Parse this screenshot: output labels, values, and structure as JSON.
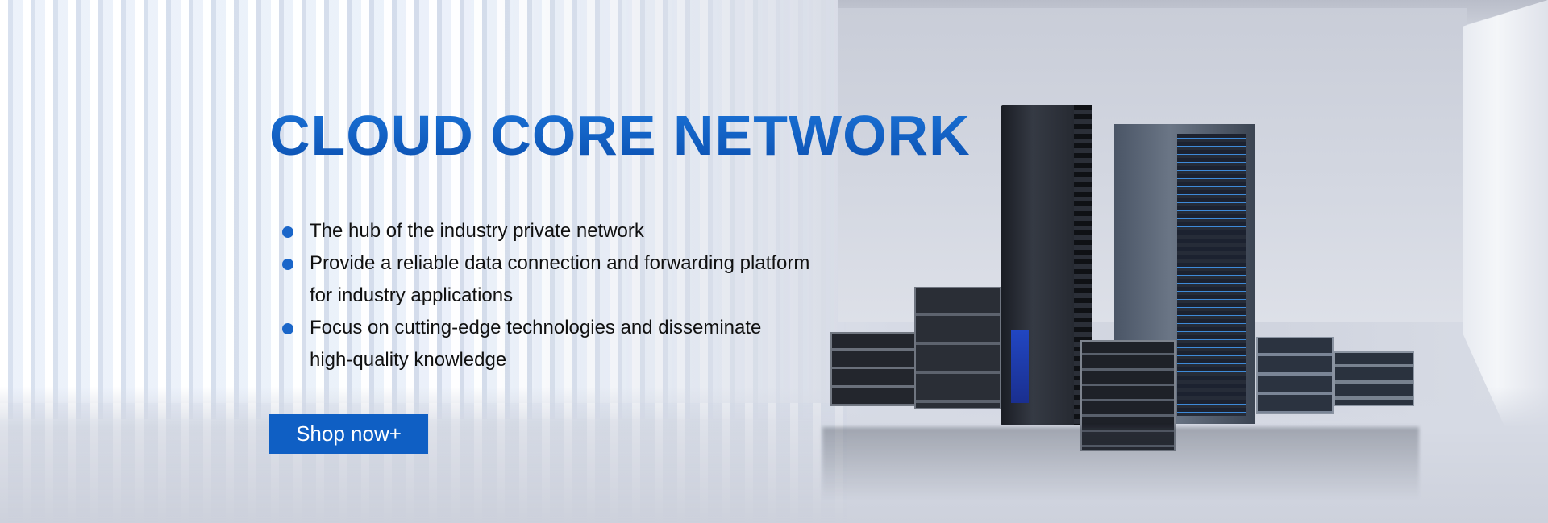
{
  "hero": {
    "title": "CLOUD CORE NETWORK",
    "features": [
      {
        "line1": "The hub of the industry private network",
        "line2": ""
      },
      {
        "line1": "Provide a reliable data connection and forwarding platform",
        "line2": "for industry applications"
      },
      {
        "line1": "Focus on cutting-edge technologies and disseminate",
        "line2": "high-quality knowledge"
      }
    ],
    "cta_label": "Shop now+"
  },
  "colors": {
    "accent": "#0f5fc4",
    "title_blue": "#1565c8",
    "text": "#111111"
  },
  "icons": {
    "bullet": "dot-icon",
    "illustration": "server-rack-illustration"
  }
}
